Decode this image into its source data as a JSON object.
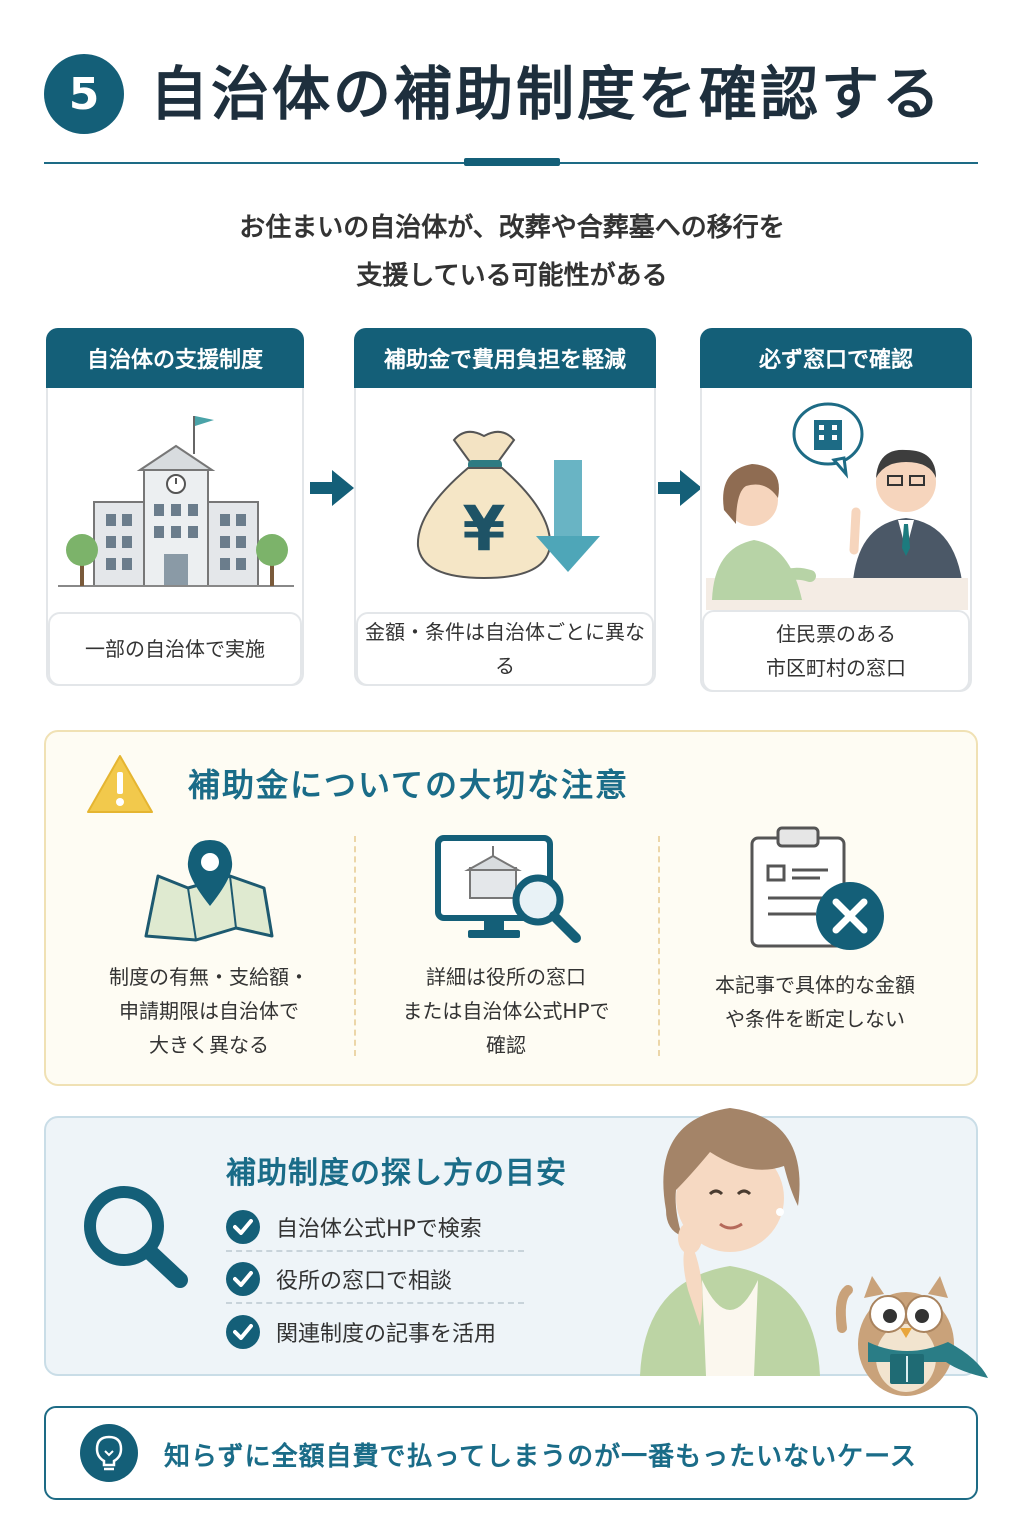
{
  "header": {
    "step_number": "5",
    "title": "自治体の補助制度を確認する"
  },
  "intro": {
    "line1": "お住まいの自治体が、改葬や合葬墓への移行を",
    "line2": "支援している可能性がある"
  },
  "cards": [
    {
      "title": "自治体の支援制度",
      "note_line1": "一部の自治体で実施",
      "note_line2": ""
    },
    {
      "title": "補助金で費用負担を軽減",
      "note_line1": "金額・条件は自治体ごとに異なる",
      "note_line2": ""
    },
    {
      "title": "必ず窓口で確認",
      "note_line1": "住民票のある",
      "note_line2": "市区町村の窓口"
    }
  ],
  "caution": {
    "title": "補助金についての大切な注意",
    "items": [
      {
        "line1": "制度の有無・支給額・",
        "line2": "申請期限は自治体で",
        "line3": "大きく異なる"
      },
      {
        "line1": "詳細は役所の窓口",
        "line2": "または自治体公式HPで",
        "line3": "確認"
      },
      {
        "line1": "本記事で具体的な金額",
        "line2": "や条件を断定しない",
        "line3": ""
      }
    ]
  },
  "search": {
    "title": "補助制度の探し方の目安",
    "items": [
      "自治体公式HPで検索",
      "役所の窓口で相談",
      "関連制度の記事を活用"
    ]
  },
  "tip": {
    "text": "知らずに全額自費で払ってしまうのが一番もったいないケース"
  },
  "colors": {
    "primary": "#145f78",
    "accent_text": "#1a6c88",
    "caution_bg": "#fefcf3",
    "search_bg": "#eef4f8",
    "warning": "#f2c94c"
  }
}
